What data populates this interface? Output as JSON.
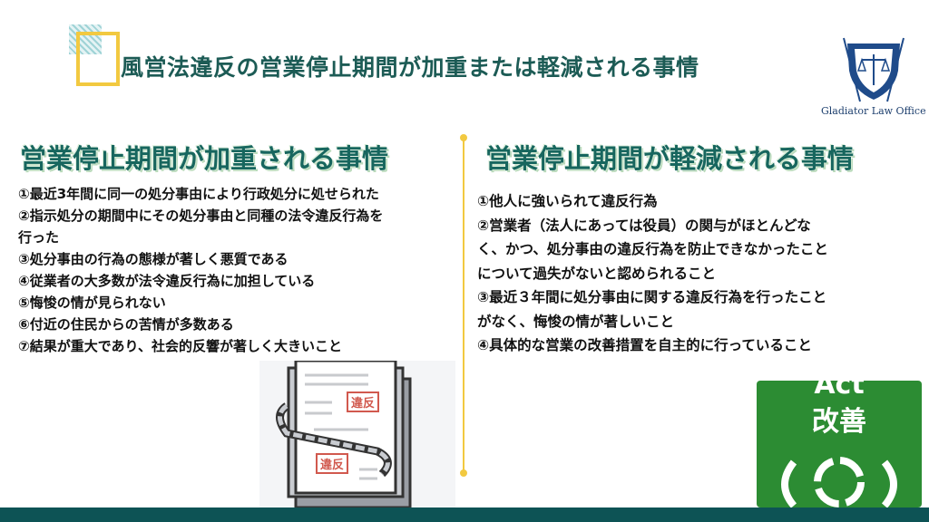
{
  "title": "風営法違反の営業停止期間が加重または軽減される事情",
  "logo": {
    "text": "Gladiator Law Office"
  },
  "left": {
    "heading": "営業停止期間が加重される事情",
    "items": [
      "①最近3年間に同一の処分事由により行政処分に処せられた",
      "②指示処分の期間中にその処分事由と同種の法令違反行為を",
      "行った",
      "③処分事由の行為の態様が著しく悪質である",
      "④従業者の大多数が法令違反行為に加担している",
      "⑤悔悛の情が見られない",
      "⑥付近の住民からの苦情が多数ある",
      "⑦結果が重大であり、社会的反響が著しく大きいこと"
    ]
  },
  "right": {
    "heading": "営業停止期間が軽減される事情",
    "items": [
      "①他人に強いられて違反行為",
      "②営業者（法人にあっては役員）の関与がほとんどな",
      "く、かつ、処分事由の違反行為を防止できなかったこと",
      "について過失がないと認められること",
      "③最近３年間に処分事由に関する違反行為を行ったこと",
      "がなく、悔悛の情が著しいこと",
      "④具体的な営業の改善措置を自主的に行っていること"
    ]
  },
  "illustration": {
    "stamp1": "違反",
    "stamp2": "違反"
  },
  "act": {
    "en": "Act",
    "jp": "改善"
  },
  "colors": {
    "teal": "#0d5355",
    "yellow": "#f2c940",
    "green": "#2c8c33"
  }
}
